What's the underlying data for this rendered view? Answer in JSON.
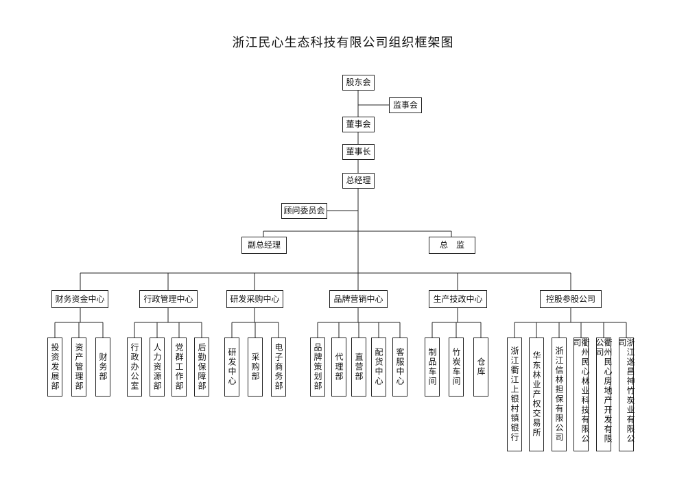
{
  "title": "浙江民心生态科技有限公司组织框架图",
  "governance": {
    "shareholders": "股东会",
    "supervisors": "监事会",
    "board": "董事会",
    "chairman": "董事长",
    "gm": "总经理",
    "advisory": "顾问委员会",
    "deputy_gm": "副总经理",
    "director": "总　监"
  },
  "centers": [
    {
      "label": "财务资金中心",
      "subs": [
        "投资发展部",
        "资产管理部",
        "财务部"
      ]
    },
    {
      "label": "行政管理中心",
      "subs": [
        "行政办公室",
        "人力资源部",
        "党群工作部",
        "后勤保障部"
      ]
    },
    {
      "label": "研发采购中心",
      "subs": [
        "研发中心",
        "采购部",
        "电子商务部"
      ]
    },
    {
      "label": "品牌营销中心",
      "subs": [
        "品牌策划部",
        "代理部",
        "直营部",
        "配货中心",
        "客服中心"
      ]
    },
    {
      "label": "生产技改中心",
      "subs": [
        "制品车间",
        "竹炭车间",
        "仓库"
      ]
    },
    {
      "label": "控股参股公司",
      "subs": [
        "浙江衢江上银村镇银行",
        "华东林业产权交易所",
        "浙江信林担保有限公司",
        "衢州民心林业科技有限公司",
        "衢州民心房地产开发有限公司",
        "浙江遂昌神竹炭业有限公司"
      ]
    }
  ]
}
